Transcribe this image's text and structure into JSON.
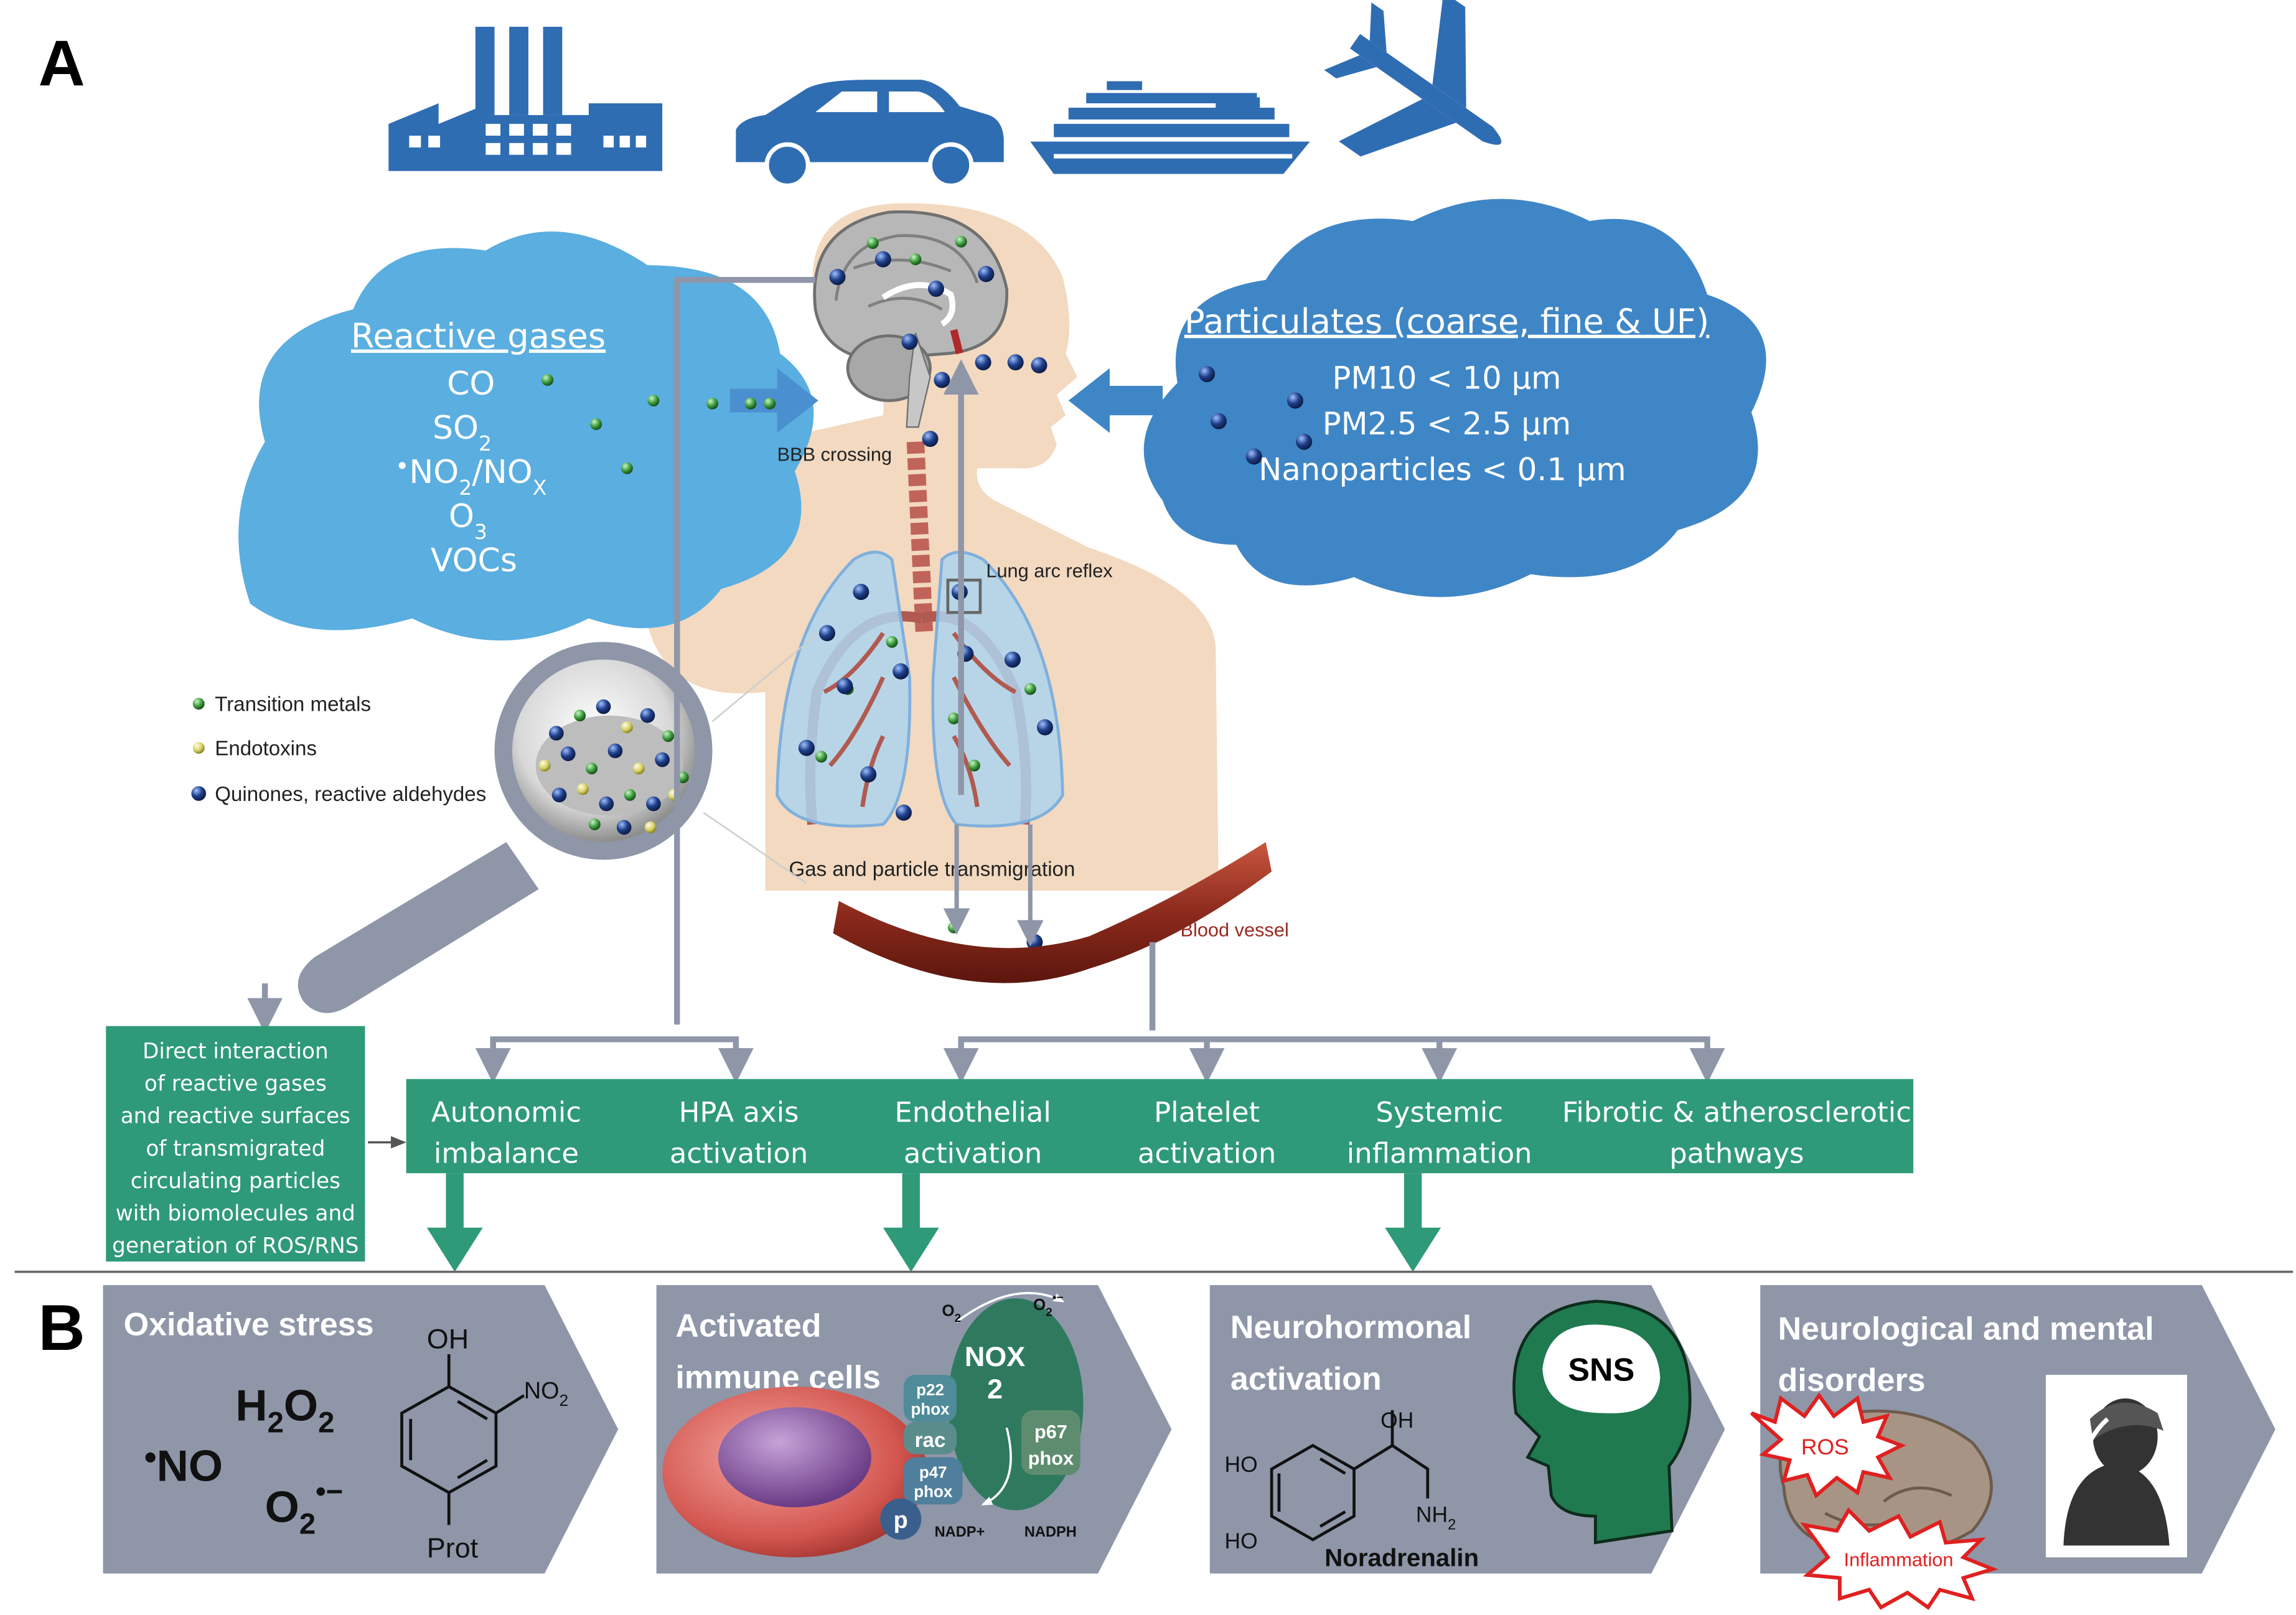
{
  "panel_labels": {
    "a": "A",
    "b": "B"
  },
  "sources": {
    "items": [
      {
        "name": "factory",
        "icon": "factory-icon"
      },
      {
        "name": "car",
        "icon": "car-icon"
      },
      {
        "name": "ship",
        "icon": "cruise-ship-icon"
      },
      {
        "name": "airplane",
        "icon": "airplane-icon"
      }
    ],
    "color": "#2f6db3"
  },
  "gases_cloud": {
    "title": "Reactive gases",
    "items": [
      "CO",
      "SO",
      "NO",
      "O",
      "VOCs"
    ],
    "so2_sub": "2",
    "no_prefix": "•",
    "no_sep": "/NO",
    "nox_sub": "X",
    "o3_sub": "3",
    "color": "#5aaee0"
  },
  "particulates_cloud": {
    "title": "Particulates (coarse, fine & UF)",
    "items": [
      "PM10 < 10 µm",
      "PM2.5 < 2.5 µm",
      "Nanoparticles < 0.1 µm"
    ],
    "color": "#3f86c6"
  },
  "body_labels": {
    "bbb": "BBB crossing",
    "lung_arc": "Lung arc reflex",
    "transmigration": "Gas and particle transmigration",
    "blood_vessel": "Blood vessel"
  },
  "legend": {
    "items": [
      {
        "label": "Transition metals",
        "color": "#3c9a3c"
      },
      {
        "label": "Endotoxins",
        "color": "#d8d26a"
      },
      {
        "label": "Quinones, reactive aldehydes",
        "color": "#1f3f8a"
      }
    ]
  },
  "direct_box": {
    "lines": [
      "Direct interaction",
      "of reactive gases",
      "and reactive surfaces",
      "of transmigrated",
      "circulating particles",
      "with biomolecules and",
      "generation  of ROS/RNS"
    ]
  },
  "pathways": {
    "color": "#2e9a78",
    "items": [
      {
        "l1": "Autonomic",
        "l2": "imbalance"
      },
      {
        "l1": "HPA axis",
        "l2": "activation"
      },
      {
        "l1": "Endothelial",
        "l2": "activation"
      },
      {
        "l1": "Platelet",
        "l2": "activation"
      },
      {
        "l1": "Systemic",
        "l2": "inflammation"
      },
      {
        "l1": "Fibrotic & atherosclerotic",
        "l2": "pathways"
      }
    ]
  },
  "outcomes": {
    "color": "#8e96a8",
    "oxidative": {
      "title": "Oxidative stress",
      "h2o2": "H",
      "h2o2_sub1": "2",
      "h2o2_o": "O",
      "h2o2_sub2": "2",
      "no": "NO",
      "no_dot": "•",
      "o2": "O",
      "o2_sub": "2",
      "o2_sup": "•−",
      "oh": "OH",
      "no2": "NO",
      "no2_sub": "2",
      "prot": "Prot"
    },
    "immune": {
      "title1": "Activated",
      "title2": "immune cells",
      "nox1": "NOX",
      "nox2": "2",
      "p22_1": "p22",
      "p22_2": "phox",
      "rac": "rac",
      "p47_1": "p47",
      "p47_2": "phox",
      "p67_1": "p67",
      "p67_2": "phox",
      "p": "p",
      "o2": "O",
      "o2_sub": "2",
      "o2r": "O",
      "o2r_sub": "2",
      "o2r_sup": "•−",
      "nadp": "NADP+",
      "nadph": "NADPH"
    },
    "neuro": {
      "title1": "Neurohormonal",
      "title2": "activation",
      "sns": "SNS",
      "oh": "OH",
      "ho1": "HO",
      "ho2": "HO",
      "nh2": "NH",
      "nh2_sub": "2",
      "molecule": "Noradrenalin"
    },
    "disorders": {
      "title1": "Neurological and mental",
      "title2": "disorders",
      "ros": "ROS",
      "inflammation": "Inflammation"
    }
  }
}
